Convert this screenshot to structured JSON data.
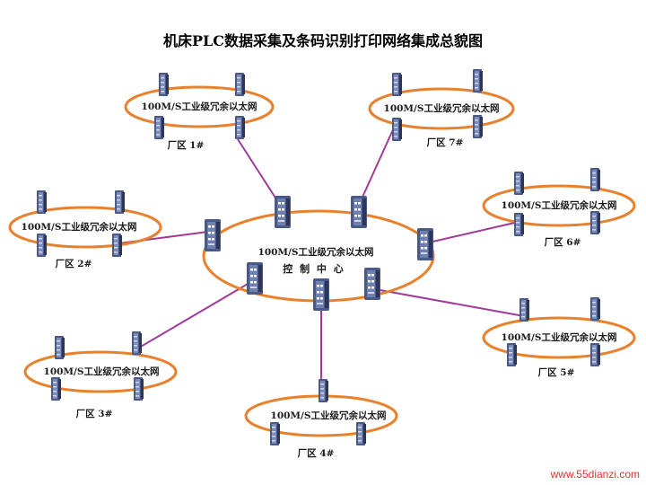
{
  "title": "机床PLC数据采集及条码识别打印网络集成总貌图",
  "network_label": "100M/S工业级冗余以太网",
  "control_center": "控 制 中 心",
  "zones": [
    {
      "label": "厂区 1#"
    },
    {
      "label": "厂区 2#"
    },
    {
      "label": "厂区 3#"
    },
    {
      "label": "厂区 4#"
    },
    {
      "label": "厂区 5#"
    },
    {
      "label": "厂区 6#"
    },
    {
      "label": "厂区 7#"
    }
  ],
  "watermark": "www.55dianzi.com",
  "colors": {
    "ring": "#e8812d",
    "link": "#a0399a",
    "device_body": "#4a5a88",
    "device_face": "#7d8cb8",
    "device_side": "#2d3558"
  }
}
